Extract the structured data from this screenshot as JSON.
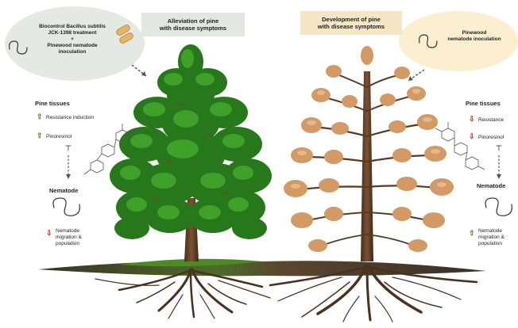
{
  "left_panel": {
    "treatment_line1": "Biocontrol Bacillus subtilis",
    "treatment_line2": "JCK-1398 treatment",
    "plus": "+",
    "treatment_line3": "Pinewood nematode",
    "treatment_line4": "inoculation",
    "title_line1": "Alleviation of pine",
    "title_line2": "with disease symptoms",
    "pine_tissues": "Pine tissues",
    "resistance": "Resistance induction",
    "pinoresinol": "Pinoresinol",
    "nematode": "Nematode",
    "migration_line1": "Nematode",
    "migration_line2": "migration &",
    "migration_line3": "population"
  },
  "right_panel": {
    "title_line1": "Development of pine",
    "title_line2": "with disease symptoms",
    "inoculation_line1": "Pinewood",
    "inoculation_line2": "nematode inoculation",
    "pine_tissues": "Pine tissues",
    "resistance": "Resistance",
    "pinoresinol": "Pinoresinol",
    "nematode": "Nematode",
    "migration_line1": "Nematode",
    "migration_line2": "migration &",
    "migration_line3": "population"
  },
  "colors": {
    "healthy_tree": "#2f8a1e",
    "diseased_tree": "#c98e5c",
    "increase_arrow": "#4f7a2f",
    "decrease_arrow": "#b23a22"
  },
  "icons": [
    "bacillus-icon",
    "nematode-icon",
    "molecule-icon",
    "dashed-arrow-icon"
  ]
}
